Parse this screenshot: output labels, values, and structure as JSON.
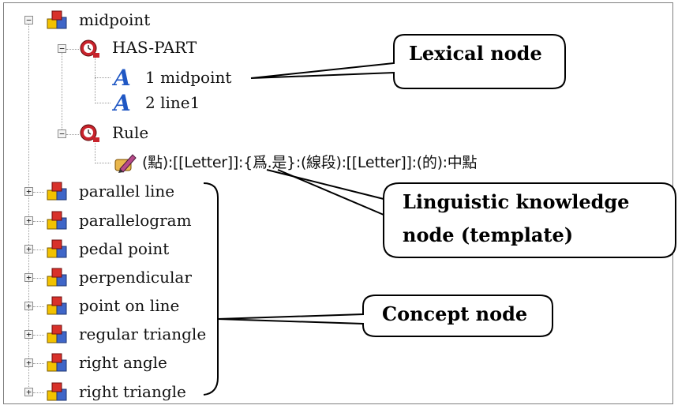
{
  "tree": {
    "root": {
      "label": "midpoint",
      "icon": "concept-cube-icon",
      "children": [
        {
          "label": "HAS-PART",
          "icon": "relation-clock-icon",
          "children": [
            {
              "label": "1 midpoint",
              "icon": "lexical-letter-a-icon"
            },
            {
              "label": "2 line1",
              "icon": "lexical-letter-a-icon"
            }
          ]
        },
        {
          "label": "Rule",
          "icon": "relation-clock-icon",
          "children": [
            {
              "label": "(點):[[Letter]]:{爲.是}:(線段):[[Letter]]:(的):中點",
              "icon": "template-pencil-icon"
            }
          ]
        }
      ]
    },
    "siblings": [
      {
        "label": "parallel line",
        "icon": "concept-cube-icon"
      },
      {
        "label": "parallelogram",
        "icon": "concept-cube-icon"
      },
      {
        "label": "pedal point",
        "icon": "concept-cube-icon"
      },
      {
        "label": "perpendicular",
        "icon": "concept-cube-icon"
      },
      {
        "label": "point on line",
        "icon": "concept-cube-icon"
      },
      {
        "label": "regular triangle",
        "icon": "concept-cube-icon"
      },
      {
        "label": "right angle",
        "icon": "concept-cube-icon"
      },
      {
        "label": "right triangle",
        "icon": "concept-cube-icon"
      }
    ],
    "expander_expanded": "−",
    "expander_collapsed": "+"
  },
  "callouts": {
    "lexical": {
      "line1": "Lexical node"
    },
    "linguistic": {
      "line1": "Linguistic knowledge",
      "line2": "node (template)"
    },
    "concept": {
      "line1": "Concept node"
    }
  },
  "colors": {
    "cube_yellow": "#f2c200",
    "cube_red": "#d8312a",
    "cube_blue": "#3f66c8",
    "clock_red": "#c8232c",
    "letter_blue": "#1f57c4"
  }
}
